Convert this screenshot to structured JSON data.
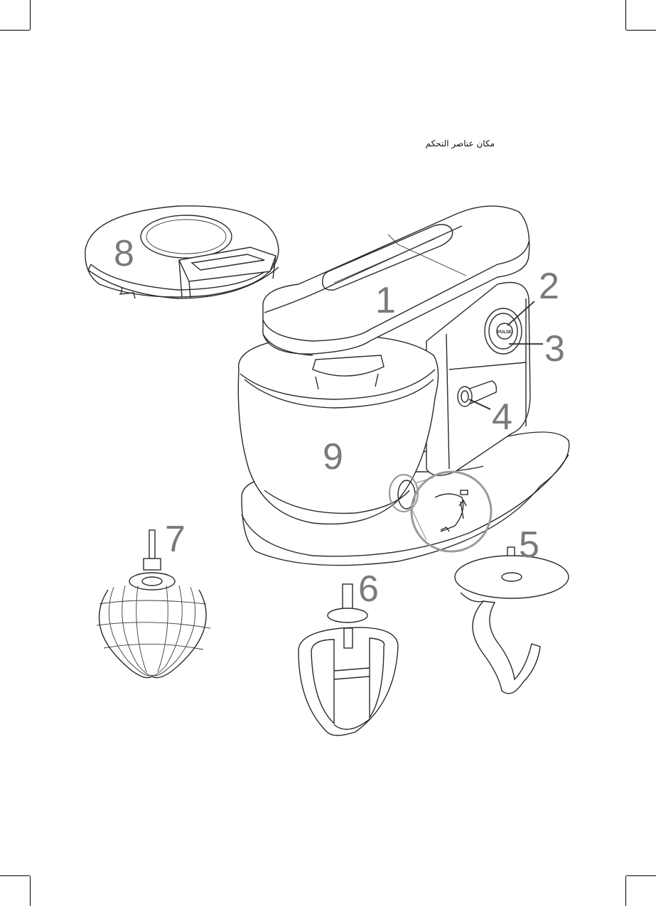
{
  "page": {
    "heading": "مكان عناصر التحكم"
  },
  "knob": {
    "button_label": "PULSE"
  },
  "callouts": [
    {
      "number": "1",
      "part": "head"
    },
    {
      "number": "2",
      "part": "pulse-button"
    },
    {
      "number": "3",
      "part": "speed-knob"
    },
    {
      "number": "4",
      "part": "tilt-lever"
    },
    {
      "number": "5",
      "part": "dough-hook"
    },
    {
      "number": "6",
      "part": "beater"
    },
    {
      "number": "7",
      "part": "whisk"
    },
    {
      "number": "8",
      "part": "splash-guard"
    },
    {
      "number": "9",
      "part": "bowl"
    }
  ],
  "colors": {
    "callout_text": "#7a7a7a",
    "line_art": "#2a2a2a",
    "zoom_ring": "#9a9a9a"
  }
}
